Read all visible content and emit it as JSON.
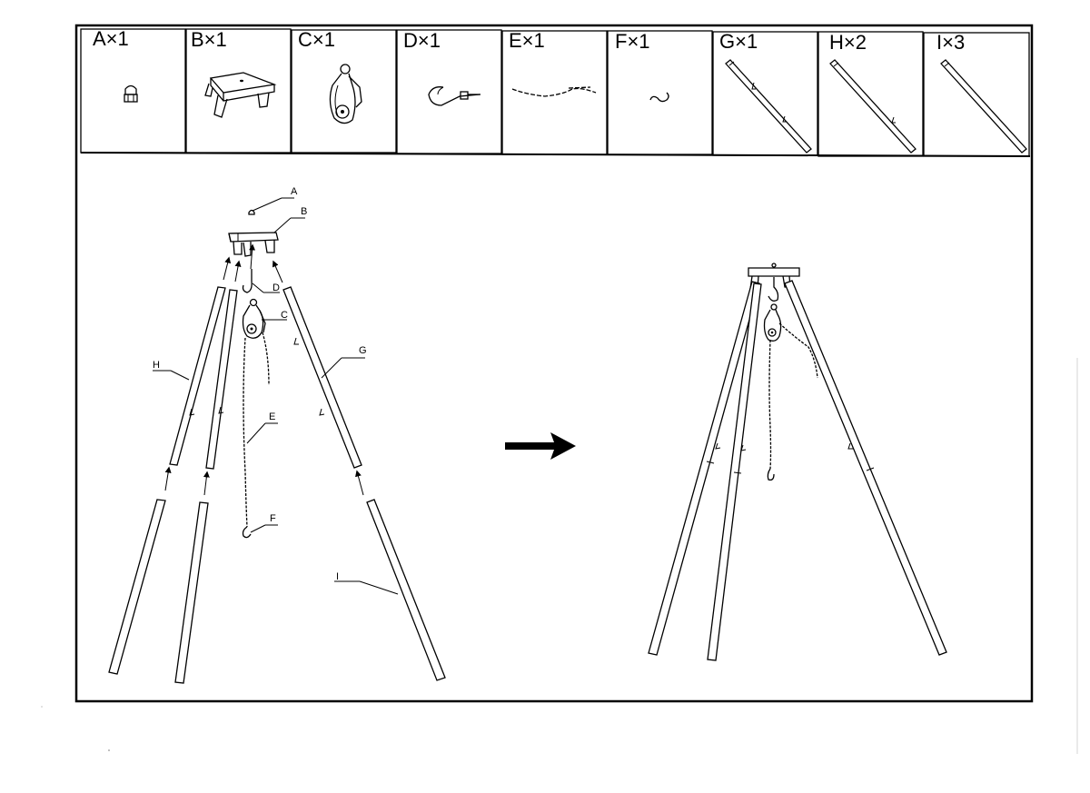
{
  "parts": [
    {
      "label": "A×1",
      "icon": "cap-nut-icon"
    },
    {
      "label": "B×1",
      "icon": "tripod-head-icon"
    },
    {
      "label": "C×1",
      "icon": "pulley-icon"
    },
    {
      "label": "D×1",
      "icon": "hook-icon"
    },
    {
      "label": "E×1",
      "icon": "chain-icon"
    },
    {
      "label": "F×1",
      "icon": "s-hook-icon"
    },
    {
      "label": "G×1",
      "icon": "pole-with-two-hooks-icon"
    },
    {
      "label": "H×2",
      "icon": "pole-with-hook-icon"
    },
    {
      "label": "I×3",
      "icon": "plain-pole-icon"
    }
  ],
  "callouts": {
    "a": "A",
    "b": "B",
    "c": "C",
    "d": "D",
    "e": "E",
    "f": "F",
    "g": "G",
    "h": "H",
    "i": "I"
  },
  "arrow_icon": "right-arrow-icon"
}
